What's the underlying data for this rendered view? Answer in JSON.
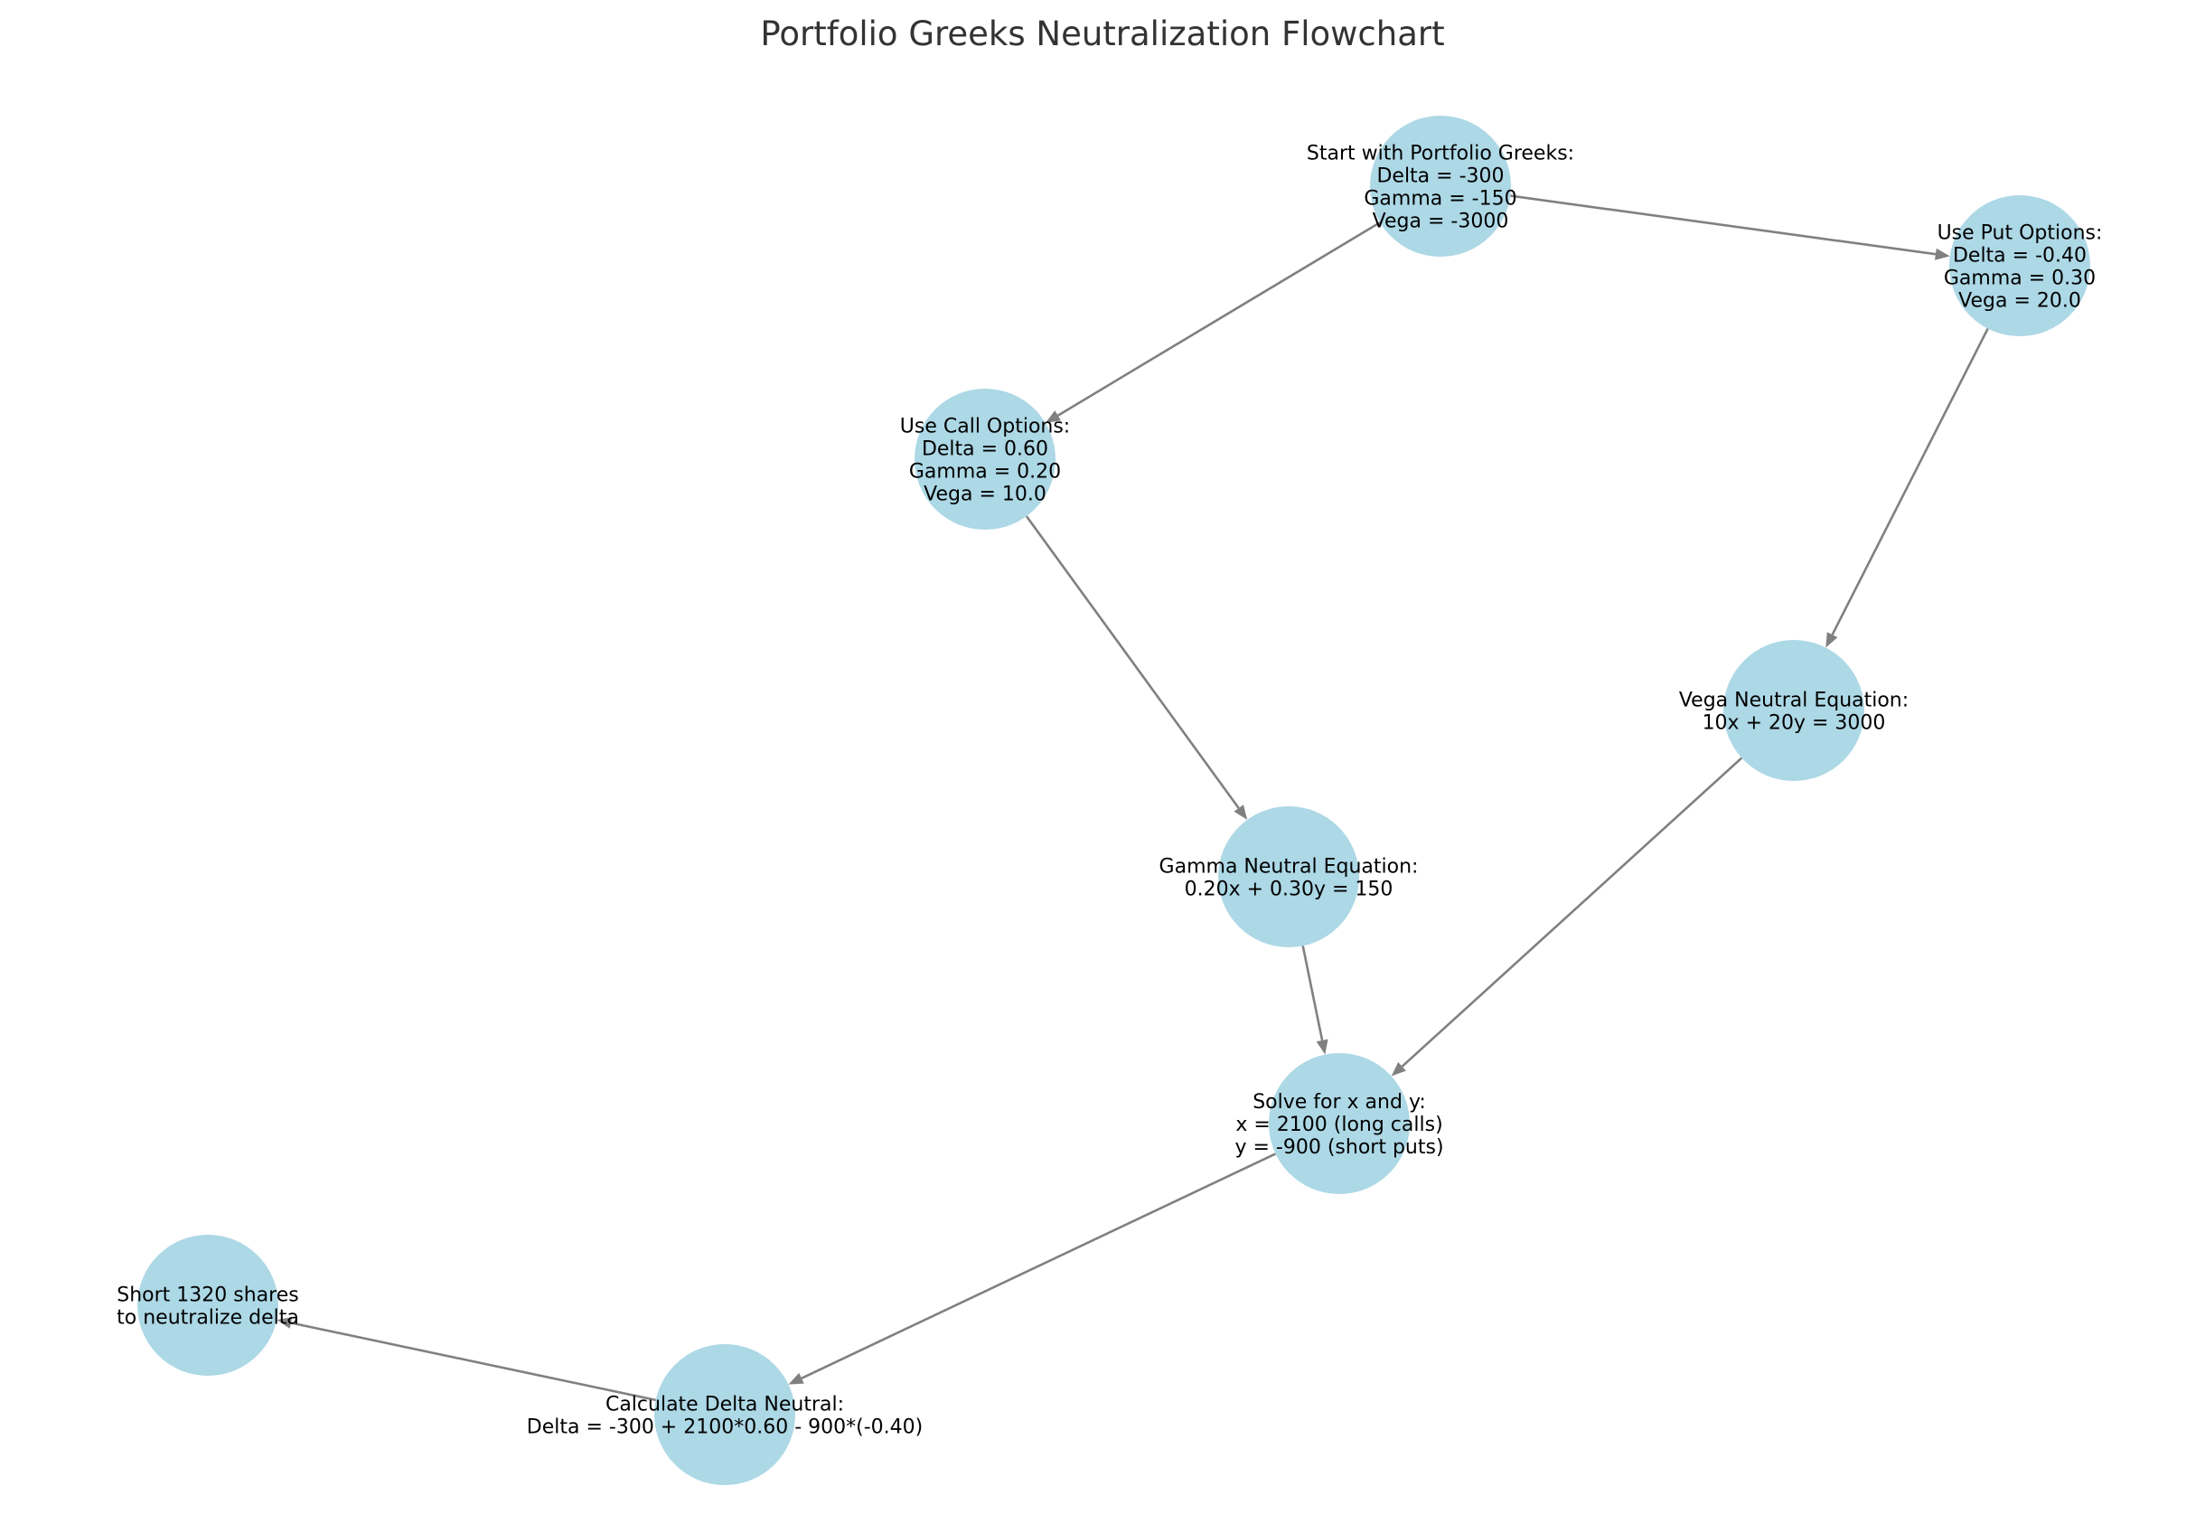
{
  "title": "Portfolio Greeks Neutralization Flowchart",
  "colors": {
    "node_fill": "#add8e6",
    "edge": "#808080",
    "title_text": "#333333",
    "label_text": "#000000"
  },
  "nodes": [
    {
      "id": "start",
      "lines": [
        "Start with Portfolio Greeks:",
        "Delta = -300",
        "Gamma = -150",
        "Vega = -3000"
      ]
    },
    {
      "id": "put",
      "lines": [
        "Use Put Options:",
        "Delta = -0.40",
        "Gamma = 0.30",
        "Vega = 20.0"
      ]
    },
    {
      "id": "call",
      "lines": [
        "Use Call Options:",
        "Delta = 0.60",
        "Gamma = 0.20",
        "Vega = 10.0"
      ]
    },
    {
      "id": "vega",
      "lines": [
        "Vega Neutral Equation:",
        "10x + 20y = 3000"
      ]
    },
    {
      "id": "gamma",
      "lines": [
        "Gamma Neutral Equation:",
        "0.20x + 0.30y = 150"
      ]
    },
    {
      "id": "solve",
      "lines": [
        "Solve for x and y:",
        "x = 2100 (long calls)",
        "y = -900 (short puts)"
      ]
    },
    {
      "id": "delta",
      "lines": [
        "Calculate Delta Neutral:",
        "Delta = -300 + 2100*0.60 - 900*(-0.40)"
      ]
    },
    {
      "id": "short",
      "lines": [
        "Short 1320 shares",
        "to neutralize delta"
      ]
    }
  ],
  "edges": [
    {
      "from": "start",
      "to": "call"
    },
    {
      "from": "start",
      "to": "put"
    },
    {
      "from": "call",
      "to": "gamma"
    },
    {
      "from": "put",
      "to": "vega"
    },
    {
      "from": "gamma",
      "to": "solve"
    },
    {
      "from": "vega",
      "to": "solve"
    },
    {
      "from": "solve",
      "to": "delta"
    },
    {
      "from": "delta",
      "to": "short"
    }
  ]
}
